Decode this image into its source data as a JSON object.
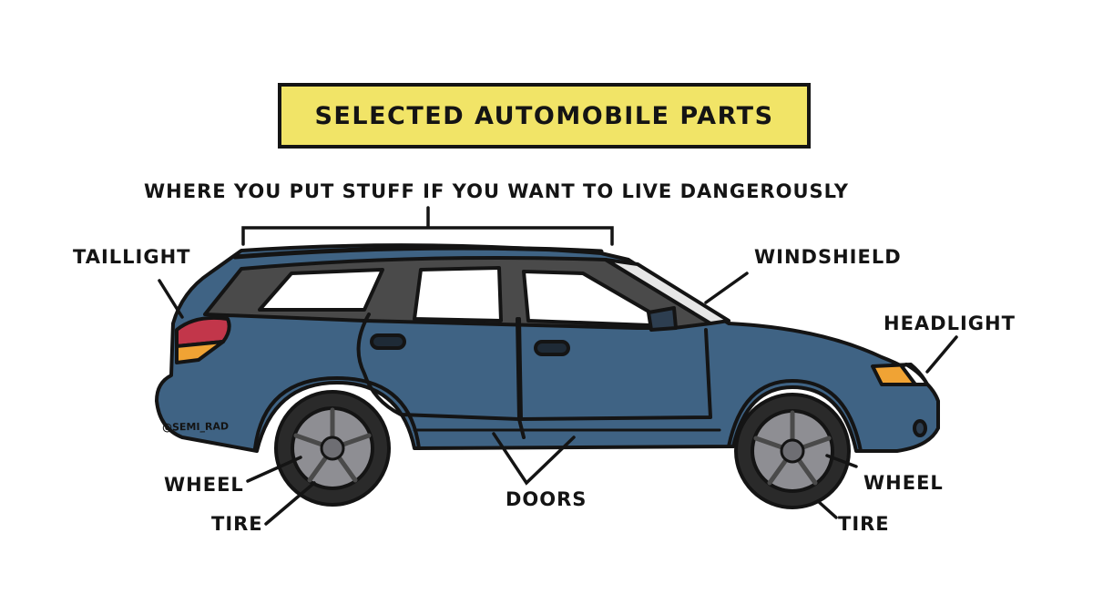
{
  "title": "SELECTED AUTOMOBILE PARTS",
  "labels": {
    "roof": "WHERE YOU PUT STUFF IF YOU WANT TO LIVE DANGEROUSLY",
    "taillight": "TAILLIGHT",
    "windshield": "WINDSHIELD",
    "headlight": "HEADLIGHT",
    "wheel_rear": "WHEEL",
    "tire_rear": "TIRE",
    "doors": "DOORS",
    "wheel_front": "WHEEL",
    "tire_front": "TIRE"
  },
  "signature": "@SEMI_RAD",
  "colors": {
    "body": "#3f6384",
    "title_bg": "#f1e467",
    "outline": "#141414",
    "tire": "#2a2a2a",
    "rim": "#8e8e93",
    "taillight_red": "#c2364a",
    "headlight_amber": "#f0a334",
    "window_dark": "#4a4a4a"
  }
}
